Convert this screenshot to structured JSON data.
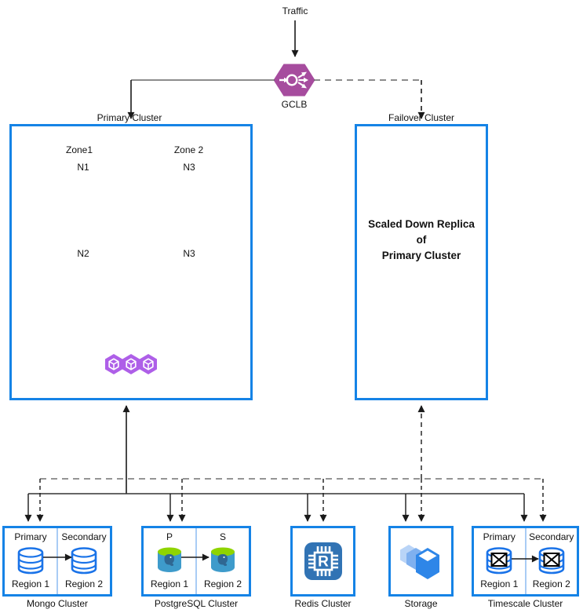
{
  "traffic_label": "Traffic",
  "gclb_label": "GCLB",
  "primary_cluster": {
    "label": "Primary Cluster",
    "zones": [
      {
        "label": "Zone1",
        "nodes": [
          "N1",
          "N2"
        ]
      },
      {
        "label": "Zone 2",
        "nodes": [
          "N3",
          "N3"
        ]
      }
    ]
  },
  "failover_cluster": {
    "label": "Failover Cluster",
    "body_lines": [
      "Scaled Down Replica",
      "of",
      "Primary Cluster"
    ]
  },
  "clusters": {
    "mongo": {
      "label": "Mongo Cluster",
      "roles": [
        "Primary",
        "Secondary"
      ],
      "regions": [
        "Region 1",
        "Region 2"
      ]
    },
    "postgres": {
      "label": "PostgreSQL Cluster",
      "roles": [
        "P",
        "S"
      ],
      "regions": [
        "Region 1",
        "Region 2"
      ]
    },
    "redis": {
      "label": "Redis Cluster",
      "chip_letter": "R"
    },
    "storage": {
      "label": "Storage"
    },
    "timescale": {
      "label": "Timescale Cluster",
      "roles": [
        "Primary",
        "Secondary"
      ],
      "regions": [
        "Region 1",
        "Region 2"
      ]
    }
  },
  "icons": {
    "gclb": "load-balancer-hexagon",
    "workload": "three-blue-cubes",
    "pods": "three-purple-pod-hexagons",
    "mongo": "database-cylinder",
    "postgres": "postgresql-cylinder-elephant",
    "redis": "memory-chip-R",
    "storage": "layered-3d-boxes",
    "timescale": "database-cylinder-crossed"
  },
  "colors": {
    "box_border": "#1583E6",
    "zone_dash": "#9287E2",
    "node_dash": "#7FB1F2",
    "cube_blue": "#1A73E8",
    "pod_purple": "#AE5FE8",
    "gclb_purple": "#A64C9E",
    "redis_blue": "#3173B4",
    "storage_blue": "#2E86E8",
    "pg_body": "#3E9BCB",
    "pg_top": "#8FD400",
    "divider_blue": "#A9CCF5",
    "solid_line": "#1a1a1a",
    "dashed_line": "#707070"
  }
}
